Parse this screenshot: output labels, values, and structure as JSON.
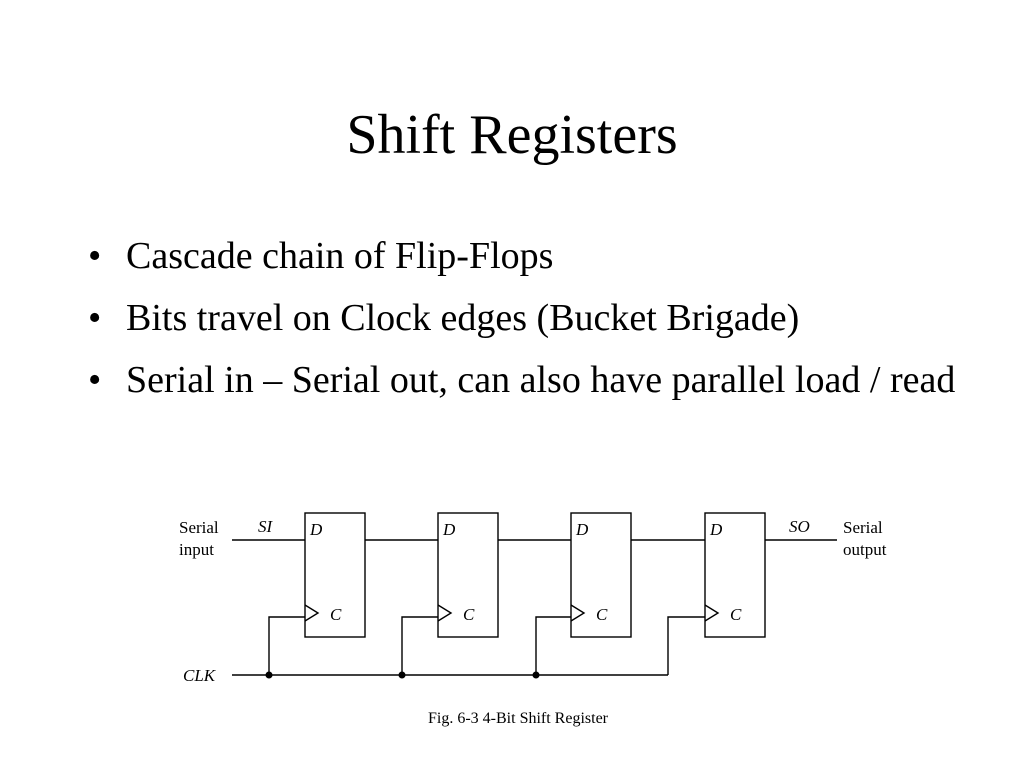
{
  "slide": {
    "title": "Shift Registers",
    "bullets": [
      "Cascade chain of Flip-Flops",
      "Bits travel on Clock edges (Bucket Brigade)",
      "Serial in – Serial out, can also have parallel load / read"
    ]
  },
  "figure": {
    "serial_input_line1": "Serial",
    "serial_input_line2": "input",
    "si": "SI",
    "serial_output_line1": "Serial",
    "serial_output_line2": "output",
    "so": "SO",
    "clk": "CLK",
    "d_label": "D",
    "c_label": "C",
    "caption": "Fig. 6-3  4-Bit Shift Register"
  }
}
